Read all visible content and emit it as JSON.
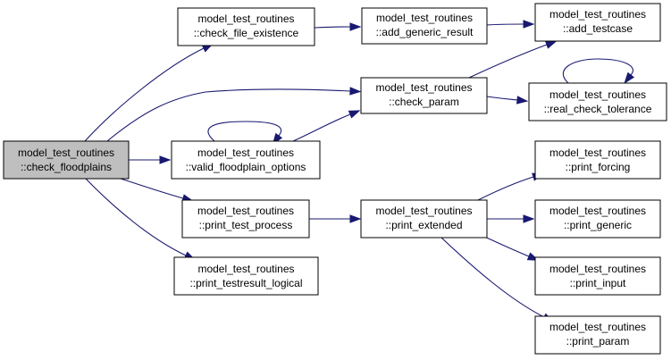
{
  "colors": {
    "edge": "#191970",
    "node_fill": "#ffffff",
    "root_fill": "#bfbfbf",
    "border": "#000000"
  },
  "nodes": {
    "check_floodplains": {
      "line1": "model_test_routines",
      "line2": "::check_floodplains"
    },
    "check_file_existence": {
      "line1": "model_test_routines",
      "line2": "::check_file_existence"
    },
    "valid_floodplain_options": {
      "line1": "model_test_routines",
      "line2": "::valid_floodplain_options"
    },
    "print_test_process": {
      "line1": "model_test_routines",
      "line2": "::print_test_process"
    },
    "print_testresult_logical": {
      "line1": "model_test_routines",
      "line2": "::print_testresult_logical"
    },
    "add_generic_result": {
      "line1": "model_test_routines",
      "line2": "::add_generic_result"
    },
    "check_param": {
      "line1": "model_test_routines",
      "line2": "::check_param"
    },
    "print_extended": {
      "line1": "model_test_routines",
      "line2": "::print_extended"
    },
    "add_testcase": {
      "line1": "model_test_routines",
      "line2": "::add_testcase"
    },
    "real_check_tolerance": {
      "line1": "model_test_routines",
      "line2": "::real_check_tolerance"
    },
    "print_forcing": {
      "line1": "model_test_routines",
      "line2": "::print_forcing"
    },
    "print_generic": {
      "line1": "model_test_routines",
      "line2": "::print_generic"
    },
    "print_input": {
      "line1": "model_test_routines",
      "line2": "::print_input"
    },
    "print_param": {
      "line1": "model_test_routines",
      "line2": "::print_param"
    }
  },
  "edges": [
    {
      "from": "check_floodplains",
      "to": "check_file_existence"
    },
    {
      "from": "check_floodplains",
      "to": "check_param"
    },
    {
      "from": "check_floodplains",
      "to": "valid_floodplain_options"
    },
    {
      "from": "check_floodplains",
      "to": "print_test_process"
    },
    {
      "from": "check_floodplains",
      "to": "print_testresult_logical"
    },
    {
      "from": "check_file_existence",
      "to": "add_generic_result"
    },
    {
      "from": "add_generic_result",
      "to": "add_testcase"
    },
    {
      "from": "check_param",
      "to": "add_testcase"
    },
    {
      "from": "check_param",
      "to": "real_check_tolerance"
    },
    {
      "from": "real_check_tolerance",
      "to": "real_check_tolerance"
    },
    {
      "from": "valid_floodplain_options",
      "to": "check_param"
    },
    {
      "from": "valid_floodplain_options",
      "to": "valid_floodplain_options"
    },
    {
      "from": "print_test_process",
      "to": "print_extended"
    },
    {
      "from": "print_extended",
      "to": "print_forcing"
    },
    {
      "from": "print_extended",
      "to": "print_generic"
    },
    {
      "from": "print_extended",
      "to": "print_input"
    },
    {
      "from": "print_extended",
      "to": "print_param"
    }
  ]
}
